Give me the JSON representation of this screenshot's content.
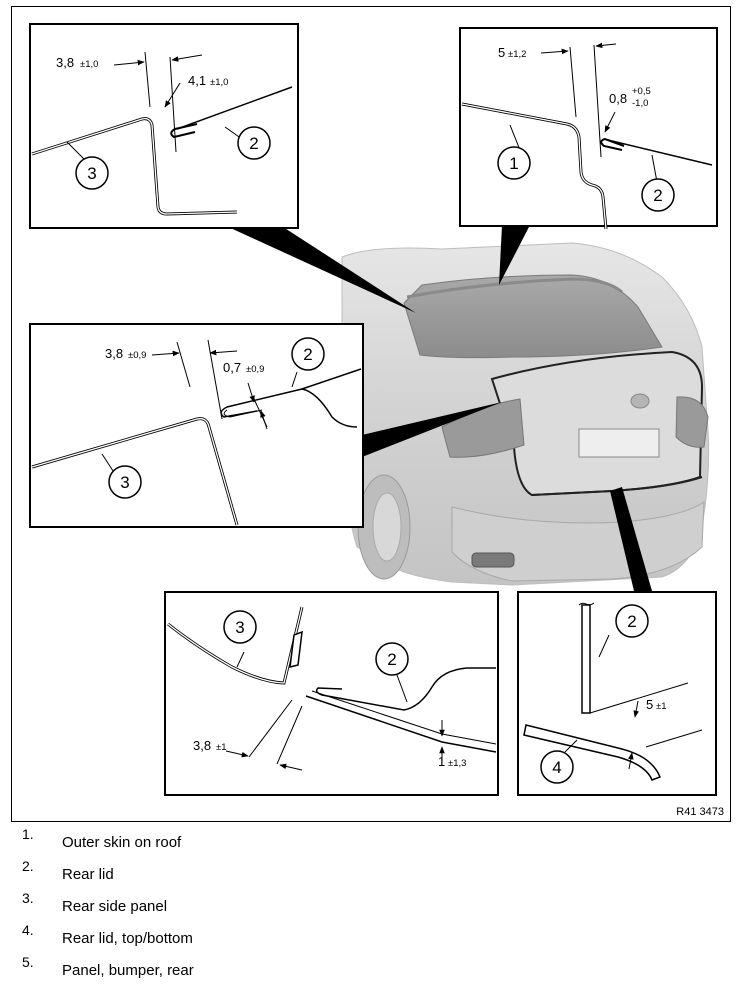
{
  "figure": {
    "ref_code": "R41 3473",
    "callouts": {
      "tl_dim1": "3,8",
      "tl_tol1": "±1,0",
      "tl_dim2": "4,1",
      "tl_tol2": "±1,0",
      "tl_n2": "2",
      "tl_n3": "3",
      "tr_dim1": "5",
      "tr_tol1": "±1,2",
      "tr_dim2": "0,8",
      "tr_tol2_up": "+0,5",
      "tr_tol2_dn": "-1,0",
      "tr_n1": "1",
      "tr_n2": "2",
      "ml_dim1": "3,8",
      "ml_tol1": "±0,9",
      "ml_dim2": "0,7",
      "ml_tol2": "±0,9",
      "ml_n2": "2",
      "ml_n3": "3",
      "bc_dim1": "3,8",
      "bc_tol1": "±1",
      "bc_dim2": "1",
      "bc_tol2": "±1,3",
      "bc_n3": "3",
      "bc_n2": "2",
      "br_dim1": "5",
      "br_tol1": "±1",
      "br_n2": "2",
      "br_n4": "4"
    }
  },
  "legend": [
    {
      "num": "1.",
      "text": "Outer skin on roof"
    },
    {
      "num": "2.",
      "text": "Rear lid"
    },
    {
      "num": "3.",
      "text": "Rear side panel"
    },
    {
      "num": "4.",
      "text": "Rear lid, top/bottom"
    },
    {
      "num": "5.",
      "text": "Panel, bumper, rear"
    }
  ]
}
